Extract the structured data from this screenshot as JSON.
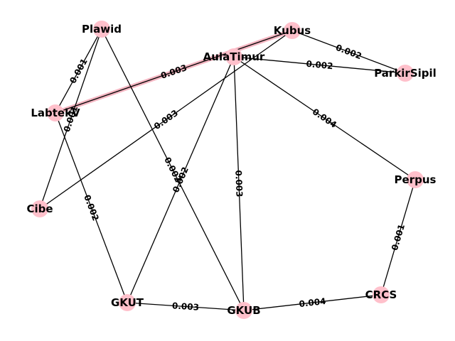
{
  "colors": {
    "node": "#ffc0cb",
    "edge": "#000000",
    "highlight": "#f4b6c2",
    "label": "#000000"
  },
  "nodes": [
    {
      "id": "Plawid",
      "label": "Plawid"
    },
    {
      "id": "Kubus",
      "label": "Kubus"
    },
    {
      "id": "AulaTimur",
      "label": "AulaTimur"
    },
    {
      "id": "ParkirSipil",
      "label": "ParkirSipil"
    },
    {
      "id": "LabtekV",
      "label": "LabtekV"
    },
    {
      "id": "Cibe",
      "label": "Cibe"
    },
    {
      "id": "Perpus",
      "label": "Perpus"
    },
    {
      "id": "CRCS",
      "label": "CRCS"
    },
    {
      "id": "GKUT",
      "label": "GKUT"
    },
    {
      "id": "GKUB",
      "label": "GKUB"
    }
  ],
  "edges": [
    {
      "source": "Kubus",
      "target": "LabtekV",
      "label": "0.003",
      "highlighted": true
    },
    {
      "source": "Plawid",
      "target": "LabtekV",
      "label": "0.001",
      "highlighted": false
    },
    {
      "source": "Plawid",
      "target": "Cibe",
      "label": "0.001",
      "highlighted": false
    },
    {
      "source": "Plawid",
      "target": "GKUB",
      "label": "0.002",
      "highlighted": false
    },
    {
      "source": "Kubus",
      "target": "ParkirSipil",
      "label": "0.002",
      "highlighted": false
    },
    {
      "source": "Kubus",
      "target": "Cibe",
      "label": "0.003",
      "highlighted": false
    },
    {
      "source": "AulaTimur",
      "target": "ParkirSipil",
      "label": "0.002",
      "highlighted": false
    },
    {
      "source": "AulaTimur",
      "target": "Perpus",
      "label": "0.004",
      "highlighted": false
    },
    {
      "source": "AulaTimur",
      "target": "GKUB",
      "label": "0.003",
      "highlighted": false
    },
    {
      "source": "AulaTimur",
      "target": "GKUT",
      "label": "0.002",
      "highlighted": false
    },
    {
      "source": "LabtekV",
      "target": "GKUT",
      "label": "0.002",
      "highlighted": false
    },
    {
      "source": "Perpus",
      "target": "CRCS",
      "label": "0.001",
      "highlighted": false
    },
    {
      "source": "GKUT",
      "target": "GKUB",
      "label": "0.003",
      "highlighted": false
    },
    {
      "source": "GKUB",
      "target": "CRCS",
      "label": "0.004",
      "highlighted": false
    }
  ]
}
